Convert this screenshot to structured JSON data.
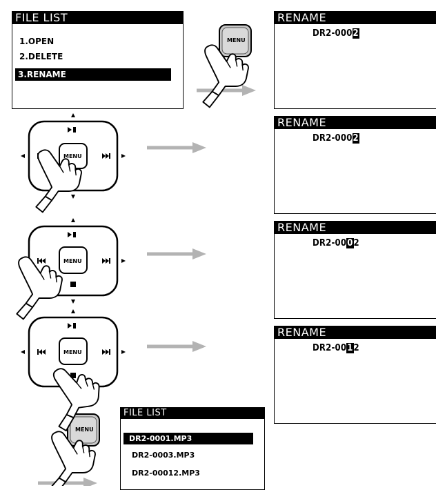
{
  "file_list_top": {
    "title": "FILE LIST",
    "items": [
      "1.OPEN",
      "2.DELETE",
      "3.RENAME"
    ],
    "selected_index": 2
  },
  "menu_key": {
    "label": "MENU"
  },
  "rename_screens": [
    {
      "title": "RENAME",
      "prefix": "DR2-000",
      "cursor": "2",
      "suffix": ""
    },
    {
      "title": "RENAME",
      "prefix": "DR2-000",
      "cursor": "2",
      "suffix": ""
    },
    {
      "title": "RENAME",
      "prefix": "DR2-00",
      "cursor": "0",
      "suffix": "2"
    },
    {
      "title": "RENAME",
      "prefix": "DR2-00",
      "cursor": "1",
      "suffix": "2"
    }
  ],
  "file_list_bottom": {
    "title": "FILE LIST",
    "items": [
      "DR2-0001.MP3",
      "DR2-0003.MP3",
      "DR2-00012.MP3"
    ],
    "selected_index": 0
  }
}
